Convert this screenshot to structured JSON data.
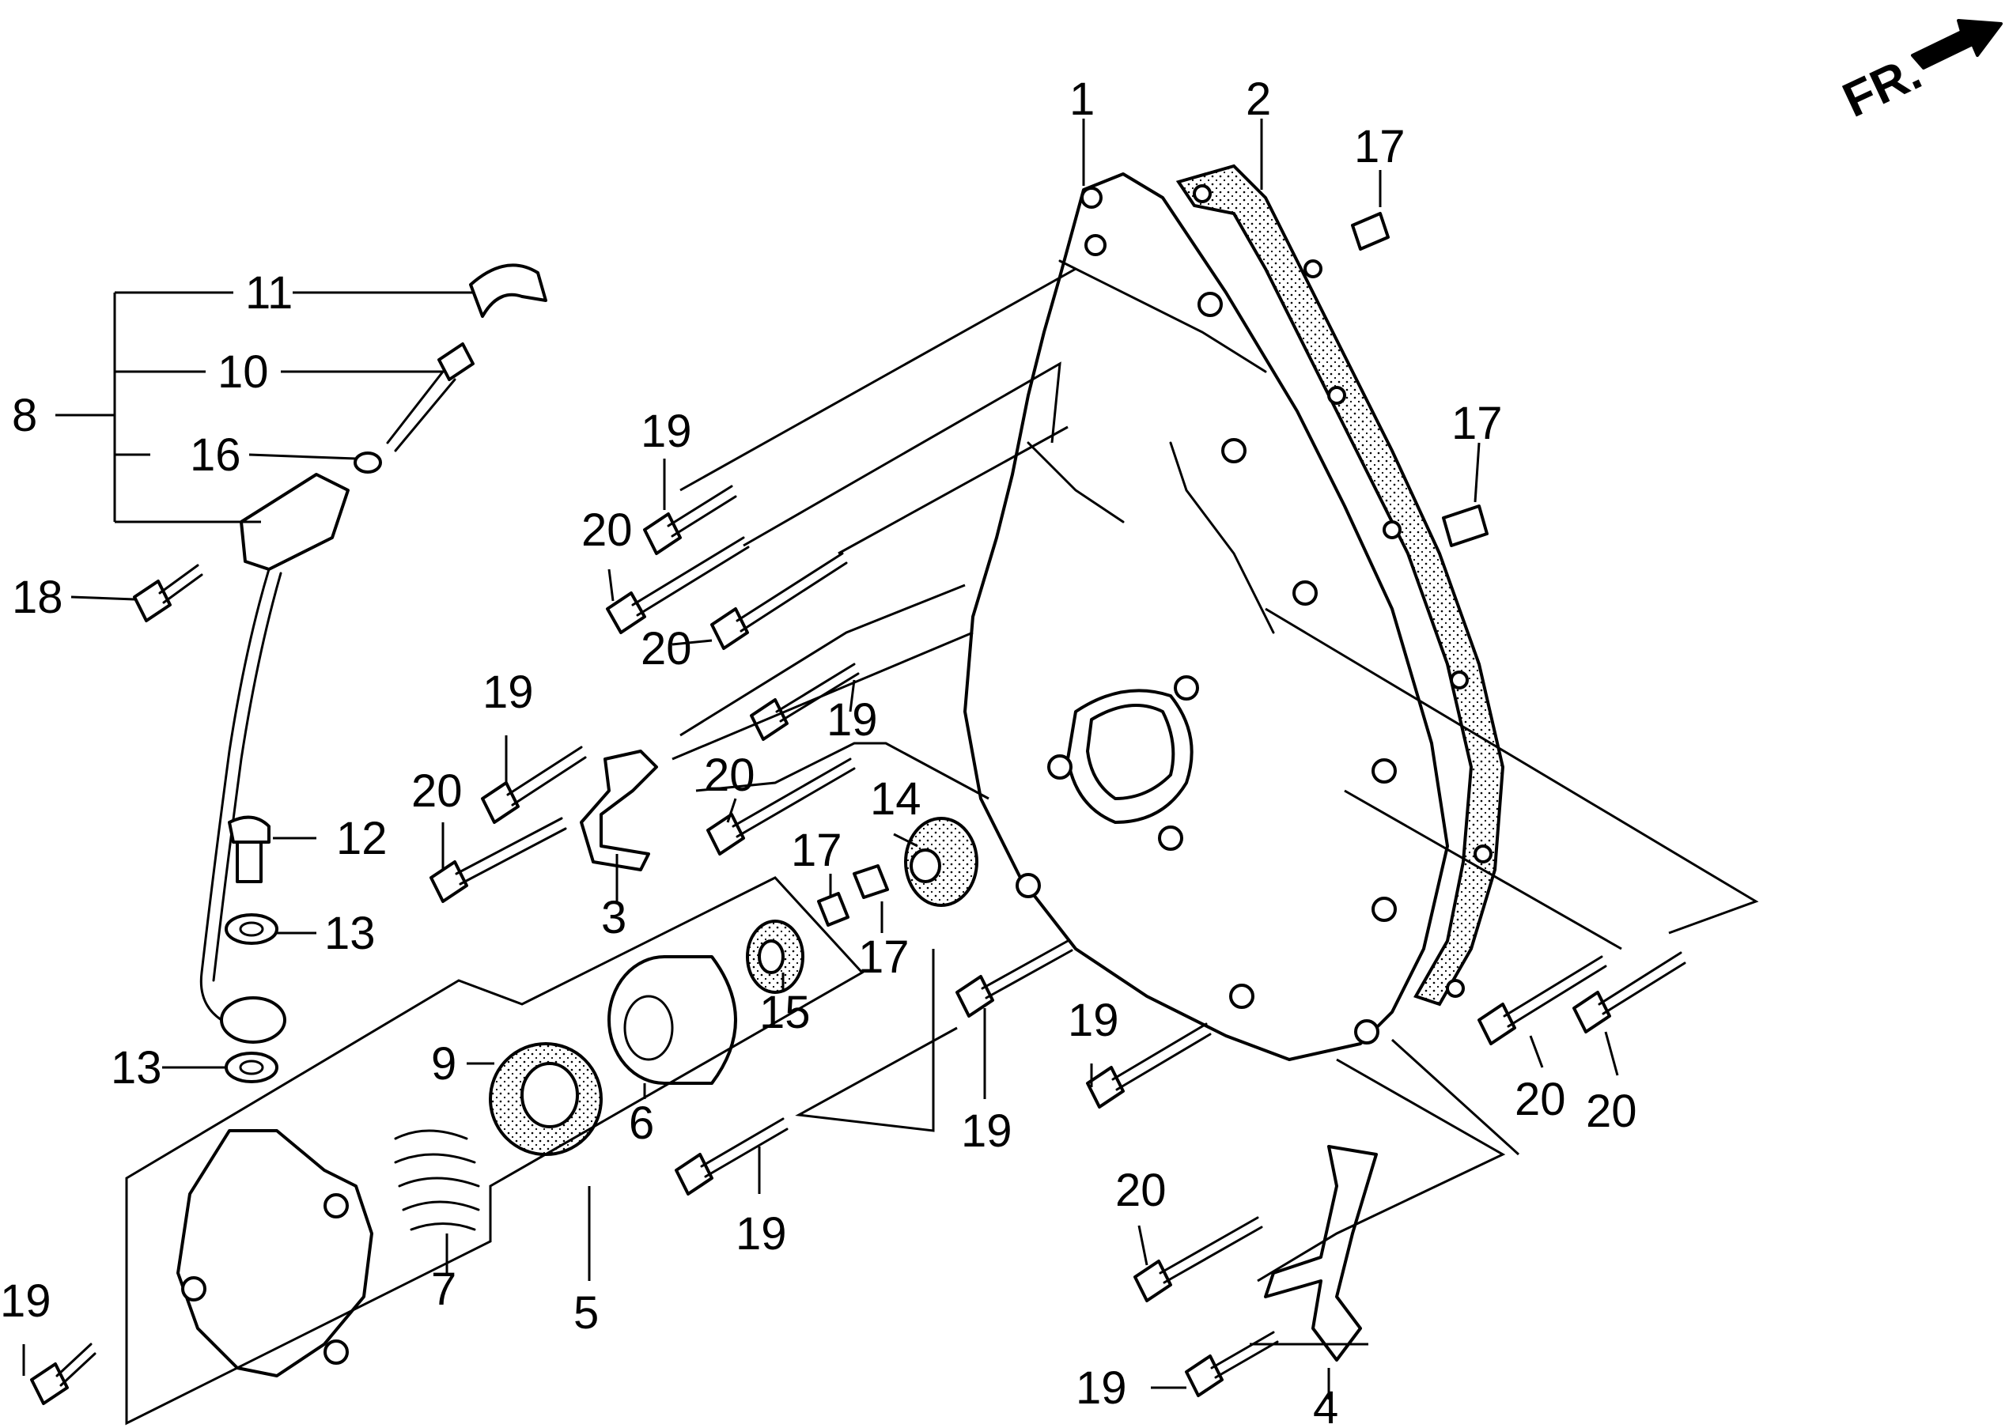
{
  "direction_indicator": {
    "label": "FR."
  },
  "callouts": {
    "c1": "1",
    "c2": "2",
    "c3": "3",
    "c4": "4",
    "c5": "5",
    "c6": "6",
    "c7": "7",
    "c8": "8",
    "c9": "9",
    "c10": "10",
    "c11": "11",
    "c12": "12",
    "c13a": "13",
    "c13b": "13",
    "c14": "14",
    "c15": "15",
    "c16": "16",
    "c17a": "17",
    "c17b": "17",
    "c17c": "17",
    "c17d": "17",
    "c18": "18",
    "c19a": "19",
    "c19b": "19",
    "c19c": "19",
    "c19d": "19",
    "c19e": "19",
    "c19f": "19",
    "c19g": "19",
    "c19h": "19",
    "c20a": "20",
    "c20b": "20",
    "c20c": "20",
    "c20d": "20",
    "c20e": "20",
    "c20f": "20",
    "c20g": "20"
  }
}
